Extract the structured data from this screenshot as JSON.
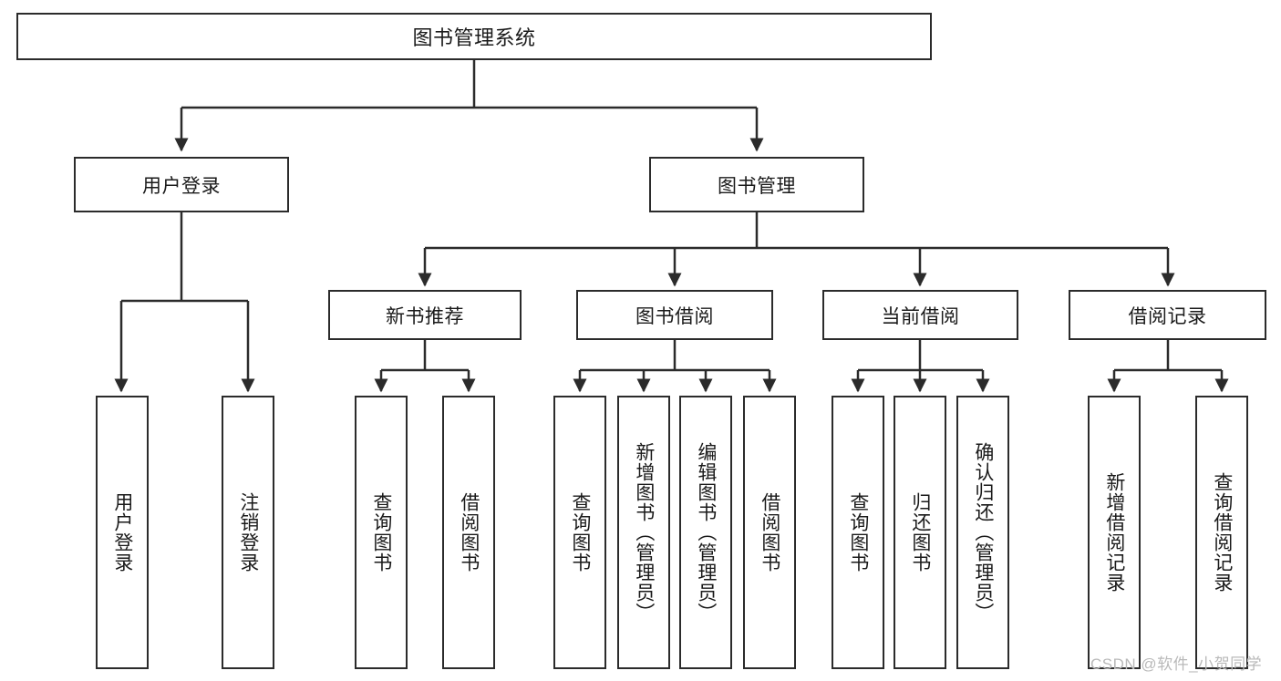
{
  "diagram": {
    "type": "tree-hierarchy-chart",
    "title": "图书管理系统",
    "watermark": "CSDN @软件_小贺同学",
    "colors": {
      "border": "#2b2b2b",
      "background": "#ffffff",
      "text": "#1a1a1a",
      "watermark": "#b9b9b9"
    },
    "root": {
      "label": "图书管理系统"
    },
    "level2": [
      {
        "label": "用户登录"
      },
      {
        "label": "图书管理"
      }
    ],
    "level3": [
      {
        "label": "新书推荐"
      },
      {
        "label": "图书借阅"
      },
      {
        "label": "当前借阅"
      },
      {
        "label": "借阅记录"
      }
    ],
    "leaves": {
      "user_login": [
        {
          "label": "用户登录"
        },
        {
          "label": "注销登录"
        }
      ],
      "new_book_recommend": [
        {
          "label": "查询图书"
        },
        {
          "label": "借阅图书"
        }
      ],
      "book_borrow": [
        {
          "label": "查询图书"
        },
        {
          "label": "新增图书（管理员）"
        },
        {
          "label": "编辑图书（管理员）"
        },
        {
          "label": "借阅图书"
        }
      ],
      "current_borrow": [
        {
          "label": "查询图书"
        },
        {
          "label": "归还图书"
        },
        {
          "label": "确认归还（管理员）"
        }
      ],
      "borrow_record": [
        {
          "label": "新增借阅记录"
        },
        {
          "label": "查询借阅记录"
        }
      ]
    }
  }
}
